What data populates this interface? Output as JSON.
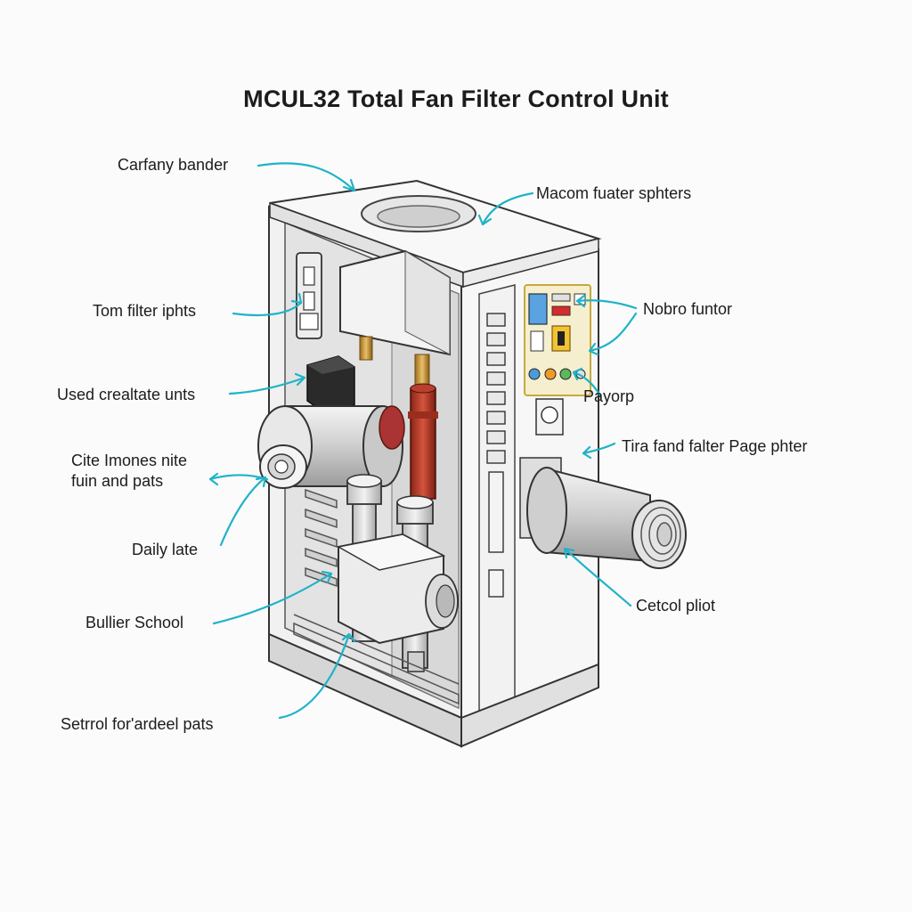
{
  "title": "MCUL32 Total Fan Filter Control Unit",
  "accent_color": "#1fb3c8",
  "labels": {
    "carfany_bander": "Carfany bander",
    "macom_fuater_sphters": "Macom fuater sphters",
    "tom_filter_iphts": "Tom filter iphts",
    "nobro_funtor": "Nobro funtor",
    "used_crealtate_unts": "Used crealtate unts",
    "payorp": "Payorp",
    "cite_imones_line1": "Cite Imones nite",
    "cite_imones_line2": "fuin and pats",
    "tira_fand": "Tira fand falter Page phter",
    "daily_late": "Daily late",
    "cetcol_pliot": "Cetcol pliot",
    "bullier_school": "Bullier School",
    "setrrol": "Setrrol for'ardeel pats"
  }
}
